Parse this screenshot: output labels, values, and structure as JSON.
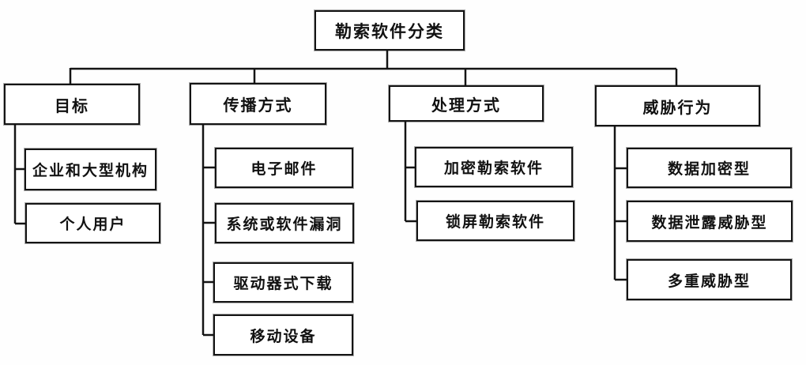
{
  "diagram": {
    "title": "勒索软件分类",
    "type": "tree",
    "colors": {
      "line": "#141414",
      "box_border": "#141414",
      "box_background": "#ffffff",
      "text": "#111111",
      "page_background": "#fefefe"
    },
    "root": {
      "label": "勒索软件分类"
    },
    "branches": [
      {
        "label": "目标",
        "children": [
          {
            "label": "企业和大型机构"
          },
          {
            "label": "个人用户"
          }
        ]
      },
      {
        "label": "传播方式",
        "children": [
          {
            "label": "电子邮件"
          },
          {
            "label": "系统或软件漏洞"
          },
          {
            "label": "驱动器式下载"
          },
          {
            "label": "移动设备"
          }
        ]
      },
      {
        "label": "处理方式",
        "children": [
          {
            "label": "加密勒索软件"
          },
          {
            "label": "锁屏勒索软件"
          }
        ]
      },
      {
        "label": "威胁行为",
        "children": [
          {
            "label": "数据加密型"
          },
          {
            "label": "数据泄露威胁型"
          },
          {
            "label": "多重威胁型"
          }
        ]
      }
    ]
  }
}
